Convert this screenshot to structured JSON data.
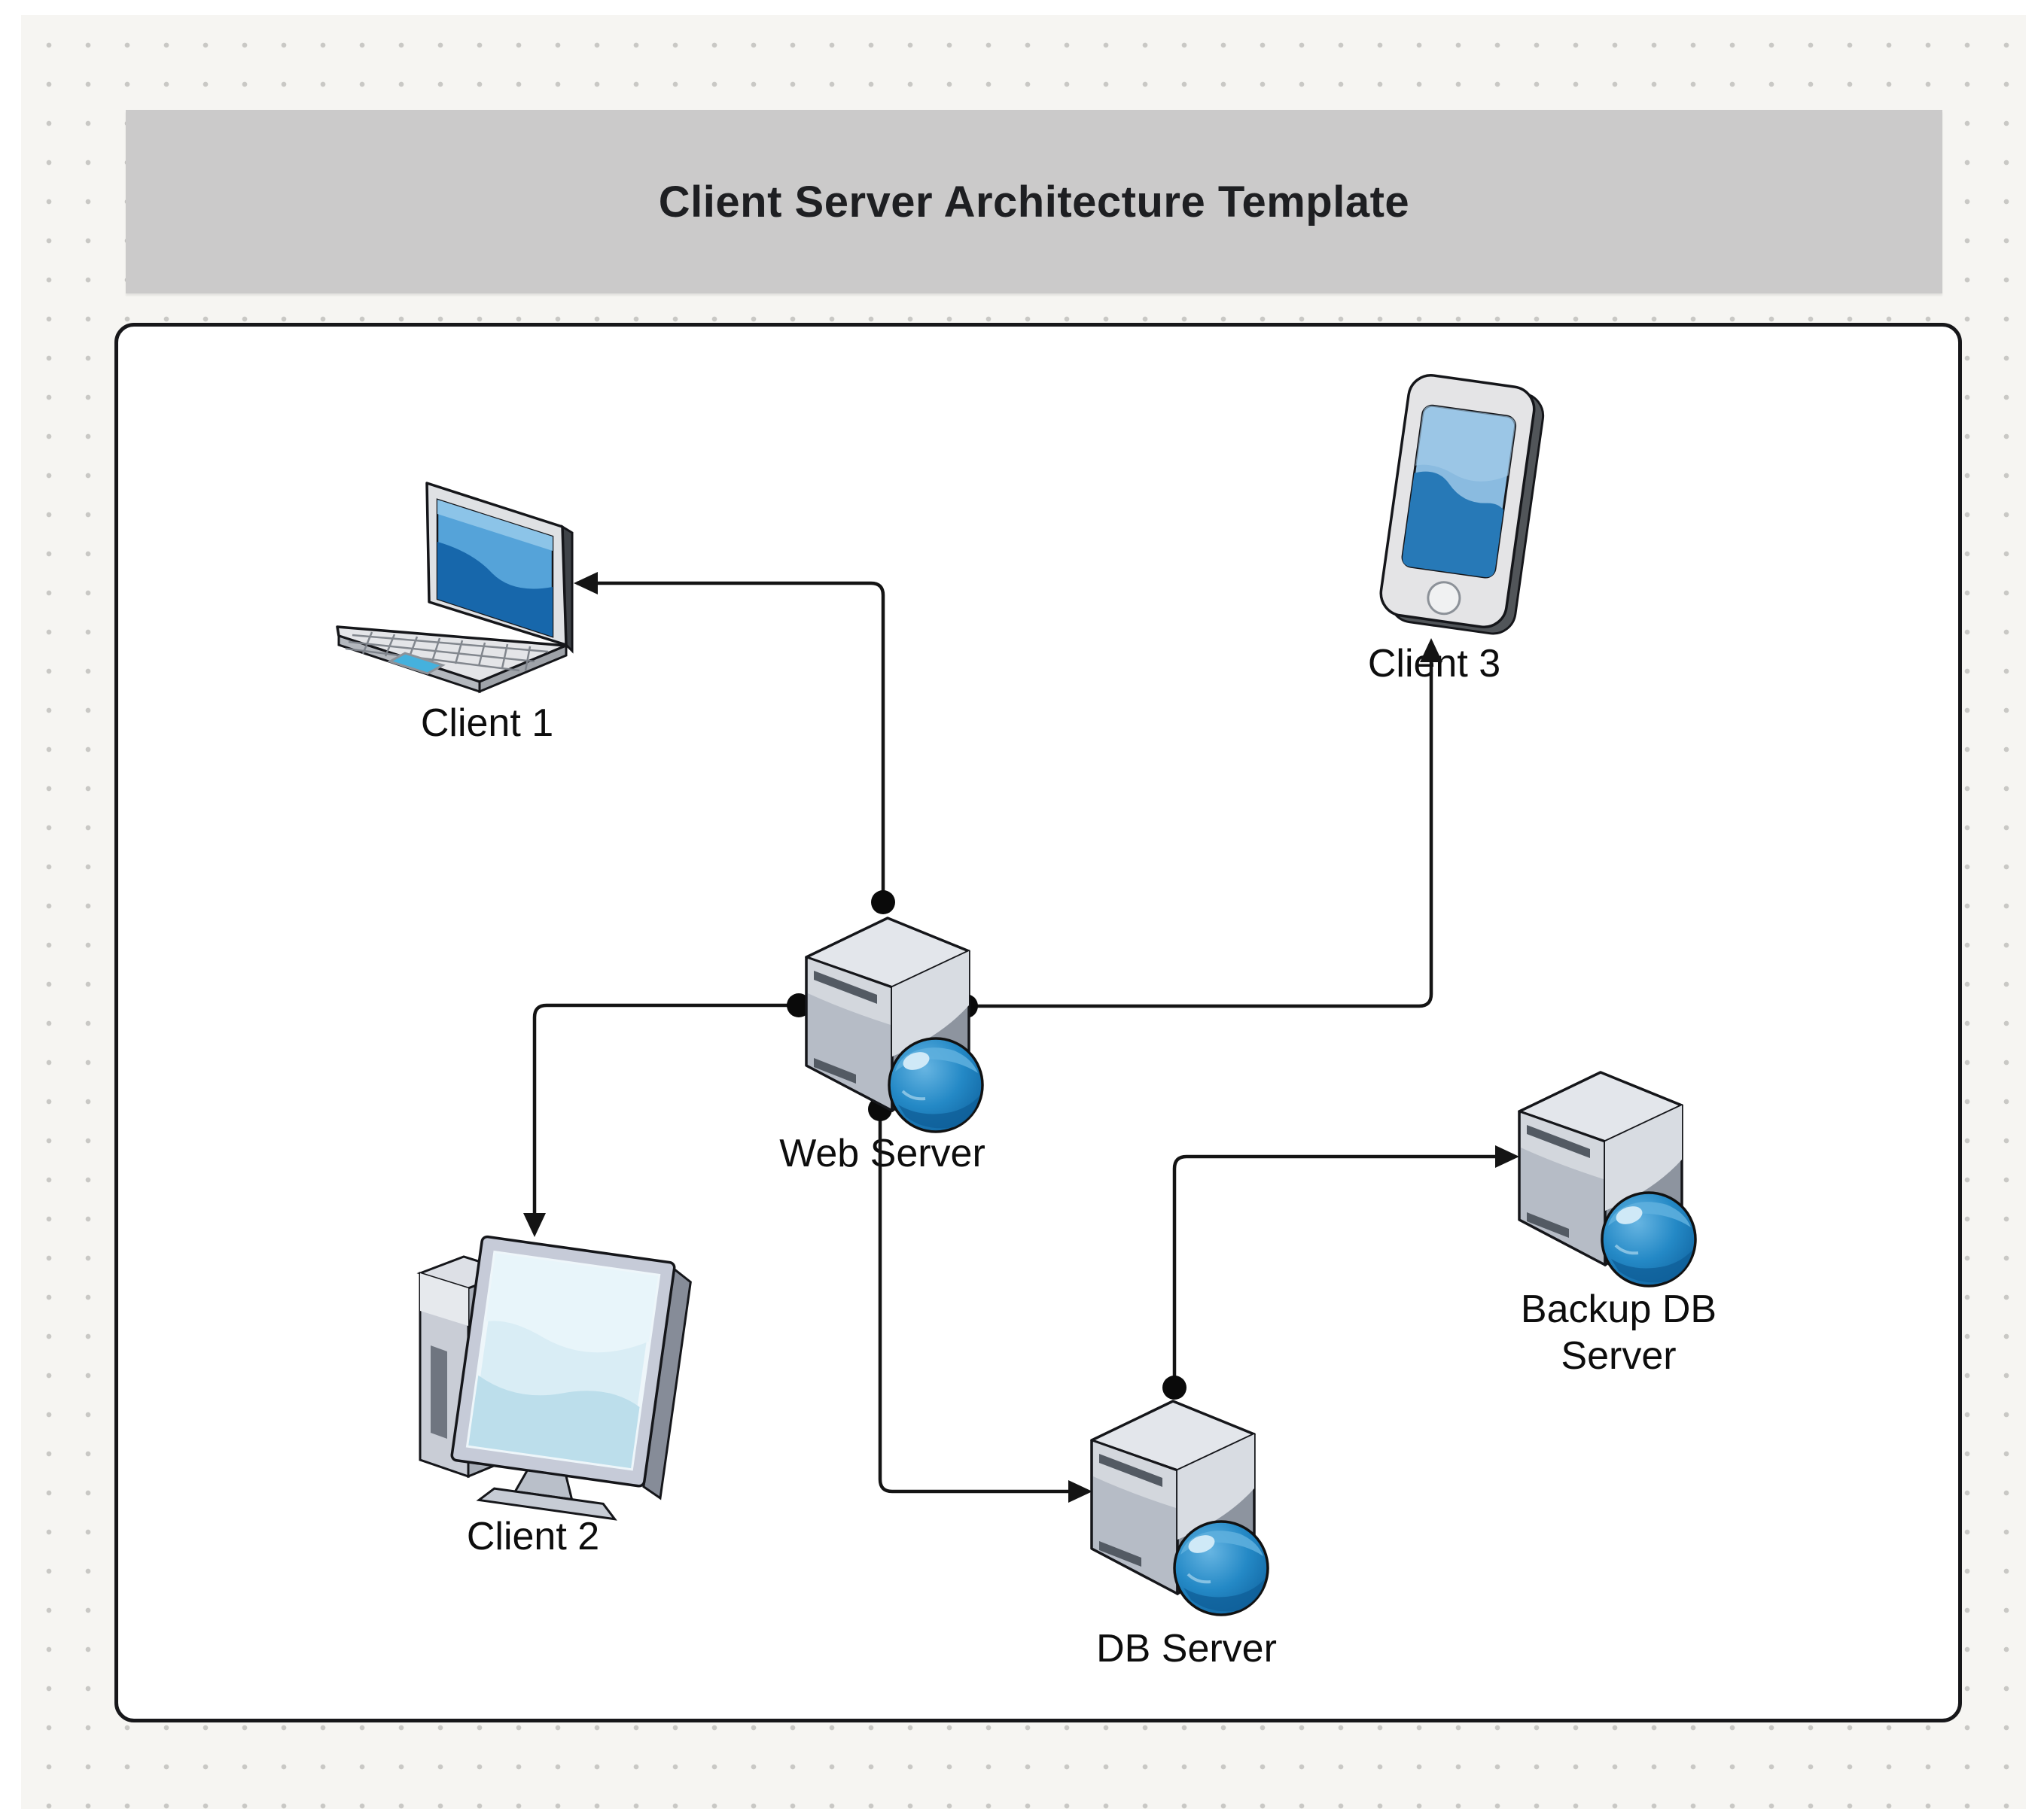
{
  "page": {
    "title": "Client Server Architecture Template"
  },
  "title_bar": {
    "fill": "#cbcaca",
    "text_color": "#1e1f22"
  },
  "canvas": {
    "page_color": "#f6f5f2",
    "dot_color": "#c9c8c5",
    "container_fill": "#ffffff",
    "container_border": "#17171a"
  },
  "diagram": {
    "nodes": {
      "client1": {
        "label": "Client 1",
        "type": "laptop"
      },
      "client2": {
        "label": "Client 2",
        "type": "desktop-monitor"
      },
      "client3": {
        "label": "Client 3",
        "type": "smartphone"
      },
      "web_server": {
        "label": "Web Server",
        "type": "server-tower-globe"
      },
      "db_server": {
        "label": "DB Server",
        "type": "server-tower-globe"
      },
      "backup_db_server": {
        "label": "Backup DB Server",
        "label_lines": [
          "Backup DB",
          "Server"
        ],
        "type": "server-tower-globe"
      }
    },
    "edges": [
      {
        "from": "web_server",
        "to": "client1",
        "arrow": "into client1"
      },
      {
        "from": "web_server",
        "to": "client2",
        "arrow": "into client2"
      },
      {
        "from": "web_server",
        "to": "client3",
        "arrow": "into client3"
      },
      {
        "from": "web_server",
        "to": "db_server",
        "arrow": "into db_server"
      },
      {
        "from": "db_server",
        "to": "backup_db_server",
        "arrow": "into backup_db_server"
      }
    ],
    "colors": {
      "connector_line": "#141414",
      "server_gray": "#c6cad2",
      "globe_blue": "#2489c6",
      "screen_blue": "#55a3d9"
    }
  }
}
